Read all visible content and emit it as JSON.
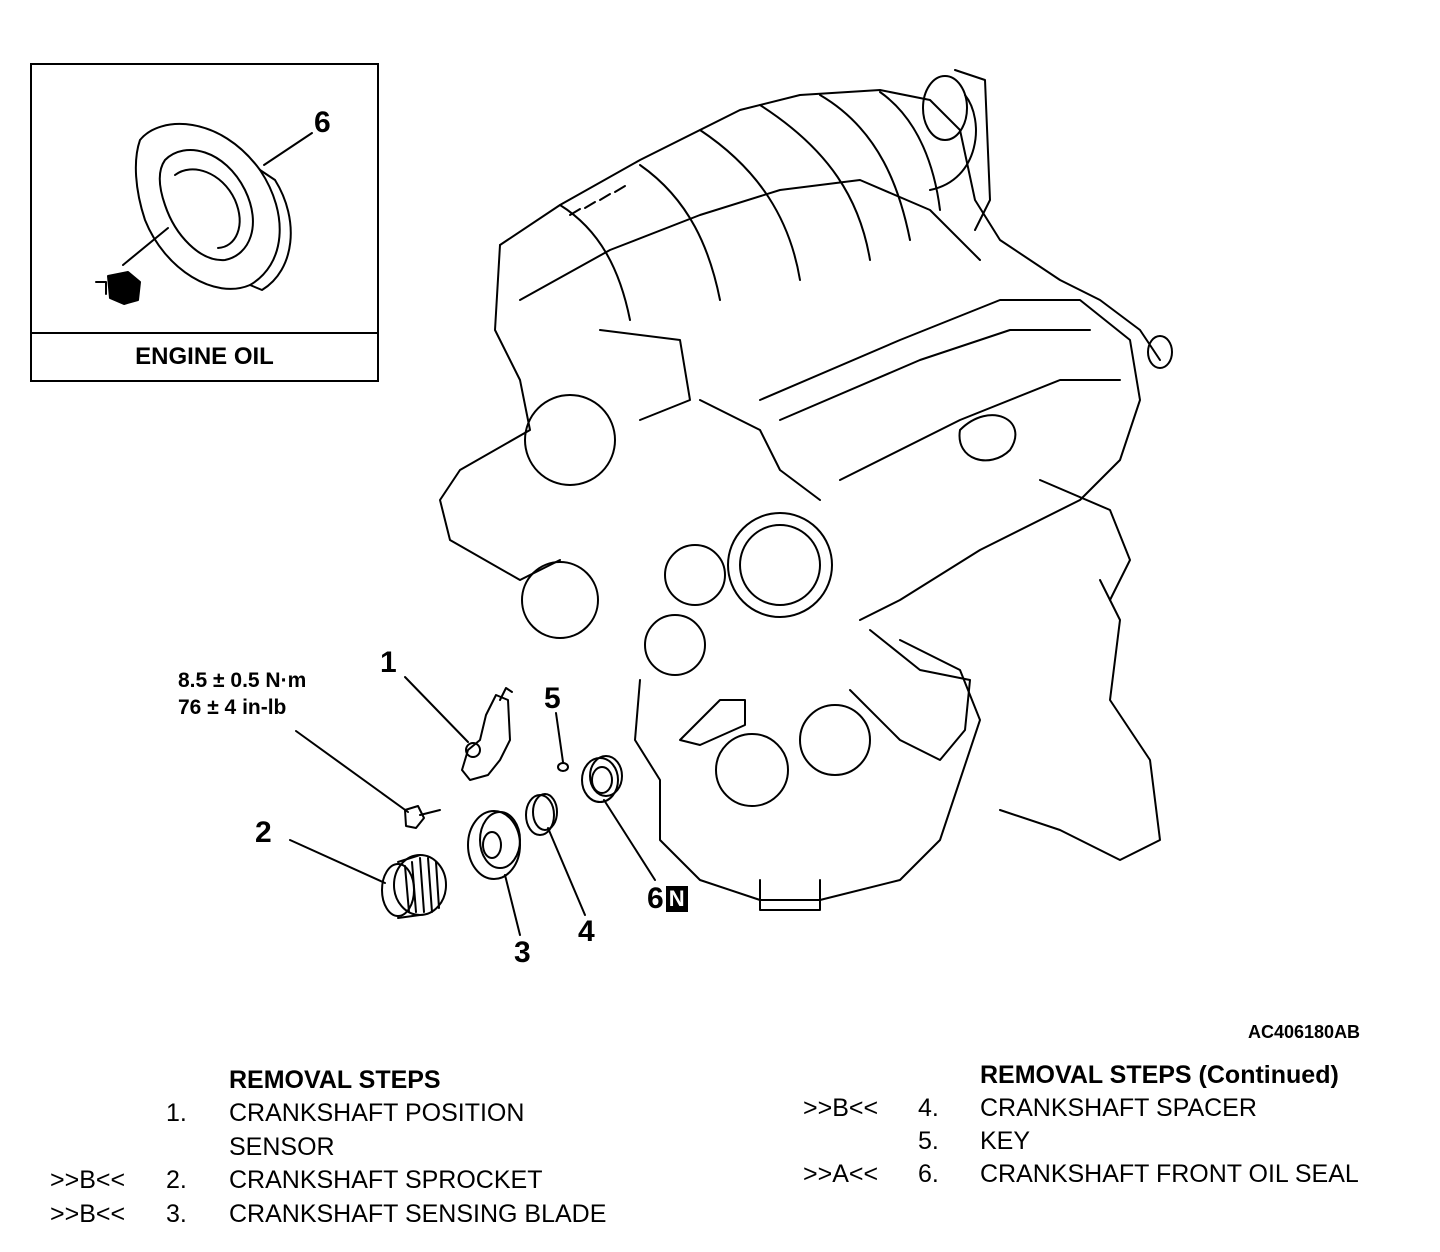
{
  "inset": {
    "callout": "6",
    "label": "ENGINE OIL"
  },
  "callouts": {
    "c1": "1",
    "c2": "2",
    "c3": "3",
    "c4": "4",
    "c5": "5",
    "c6": "6",
    "c6_badge": "N"
  },
  "torque": {
    "line1": "8.5 ± 0.5 N·m",
    "line2": "76 ± 4 in-lb"
  },
  "figure_code": "AC406180AB",
  "removal_left": {
    "title": "REMOVAL STEPS",
    "steps": [
      {
        "mark": "",
        "num": "1.",
        "name": "CRANKSHAFT POSITION",
        "name2": "SENSOR"
      },
      {
        "mark": ">>B<<",
        "num": "2.",
        "name": "CRANKSHAFT SPROCKET"
      },
      {
        "mark": ">>B<<",
        "num": "3.",
        "name": "CRANKSHAFT SENSING BLADE"
      }
    ]
  },
  "removal_right": {
    "title": "REMOVAL STEPS (Continued)",
    "steps": [
      {
        "mark": ">>B<<",
        "num": "4.",
        "name": "CRANKSHAFT SPACER"
      },
      {
        "mark": "",
        "num": "5.",
        "name": "KEY"
      },
      {
        "mark": ">>A<<",
        "num": "6.",
        "name": "CRANKSHAFT FRONT OIL SEAL"
      }
    ]
  }
}
